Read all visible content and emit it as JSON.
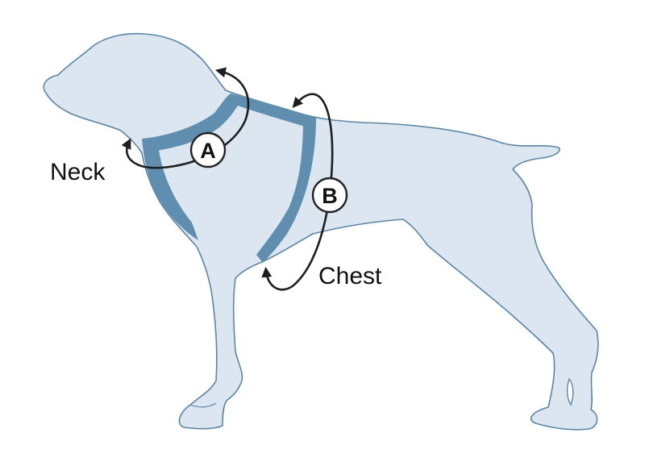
{
  "colors": {
    "body_fill": "#dbe6f0",
    "body_outline": "#5b86a6",
    "harness": "#5f8eaf",
    "arrow": "#1e1e1e",
    "marker_fill": "#ffffff",
    "marker_stroke": "#222222"
  },
  "labels": {
    "neck": "Neck",
    "chest": "Chest"
  },
  "markers": {
    "a": "A",
    "b": "B"
  },
  "icons": [
    "dog-silhouette",
    "harness",
    "curved-arrow"
  ]
}
